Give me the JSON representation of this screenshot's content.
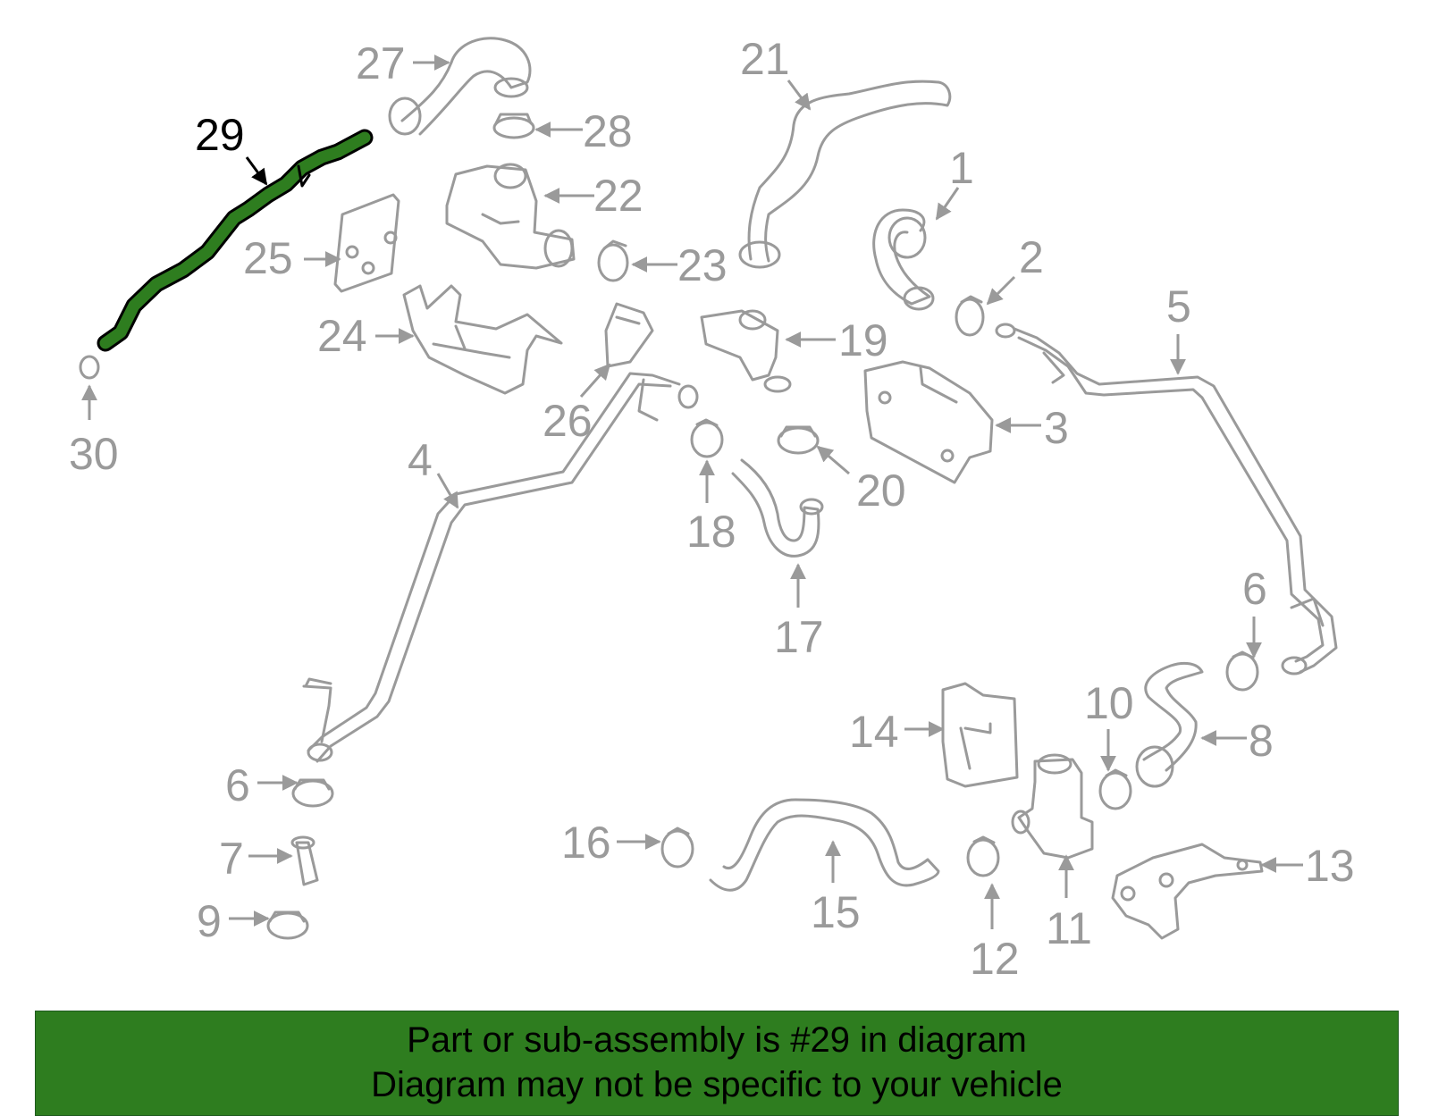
{
  "diagram": {
    "highlight_color": "#2e7d1f",
    "part_color": "#9a9a9a",
    "highlighted_callout": "29",
    "callouts": {
      "c1": "1",
      "c2": "2",
      "c3": "3",
      "c4": "4",
      "c5": "5",
      "c6a": "6",
      "c6b": "6",
      "c7": "7",
      "c8": "8",
      "c9": "9",
      "c10": "10",
      "c11": "11",
      "c12": "12",
      "c13": "13",
      "c14": "14",
      "c15": "15",
      "c16": "16",
      "c17": "17",
      "c18": "18",
      "c19": "19",
      "c20": "20",
      "c21": "21",
      "c22": "22",
      "c23": "23",
      "c24": "24",
      "c25": "25",
      "c26": "26",
      "c27": "27",
      "c28": "28",
      "c29": "29",
      "c30": "30"
    }
  },
  "banner": {
    "background_color": "#2e7d1f",
    "line1": "Part or sub-assembly is #29 in diagram",
    "line2": "Diagram may not be specific to your vehicle"
  }
}
